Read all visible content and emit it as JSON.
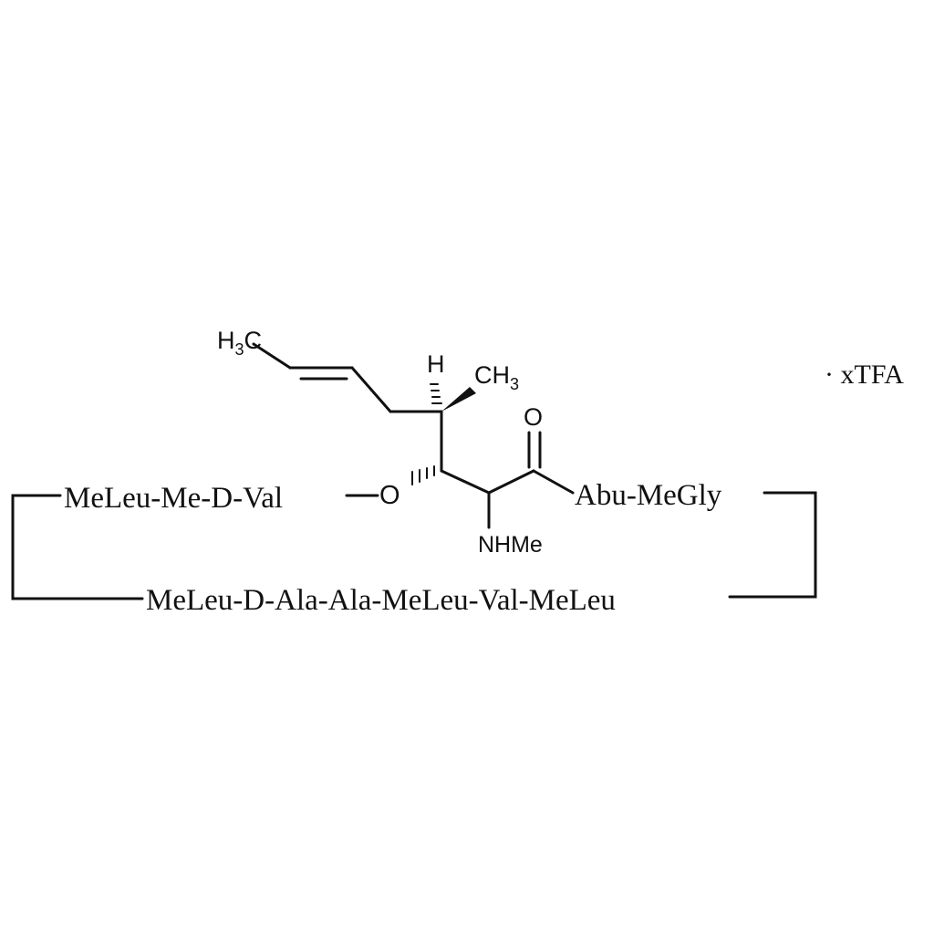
{
  "molecule": {
    "salt_label": "· xTFA",
    "labels": {
      "terminal_methyl_h": "H",
      "terminal_methyl_sub": "3",
      "terminal_methyl_c": "C",
      "stereo_h": "H",
      "methyl_c": "CH",
      "methyl_sub": "3",
      "carbonyl_o": "O",
      "ether_o": "O",
      "nhme": "NHMe"
    },
    "residues": {
      "upper_left": "MeLeu-Me-D-Val",
      "upper_right": "Abu-MeGly",
      "lower": "MeLeu-D-Ala-Ala-MeLeu-Val-MeLeu"
    }
  }
}
